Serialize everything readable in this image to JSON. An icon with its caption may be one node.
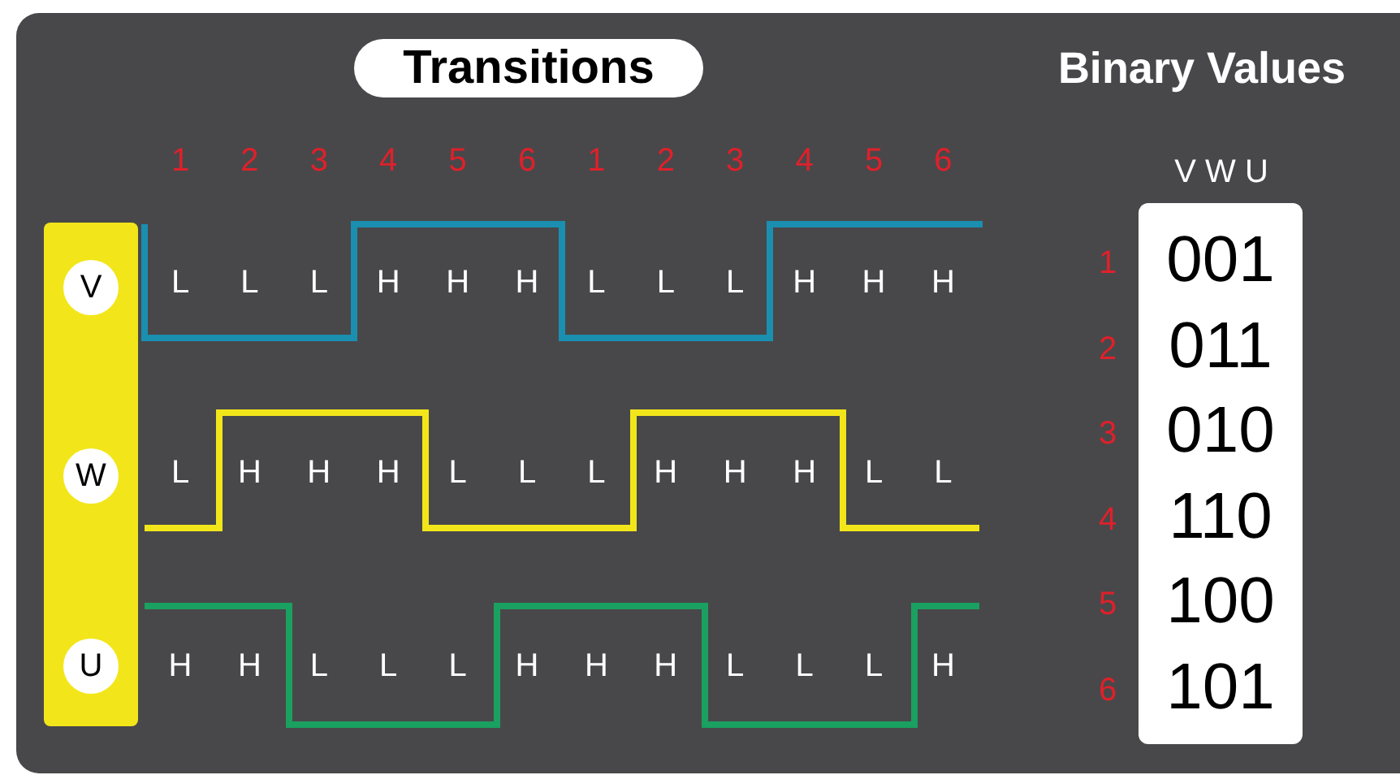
{
  "diagram": {
    "title": "Transitions",
    "nodes": [
      {
        "text": [],
        "shape": "bar"
      },
      {
        "text": [
          "V"
        ],
        "in": 0
      },
      {
        "text": [
          "W"
        ],
        "in": 0
      },
      {
        "text": [
          "U"
        ],
        "in": 0
      },
      {
        "text": [
          "001",
          "011",
          "010",
          "110",
          "100",
          "101"
        ]
      }
    ],
    "labels": [
      "Binary Values",
      "1",
      "2",
      "3",
      "4",
      "5",
      "6",
      "1",
      "2",
      "3",
      "4",
      "5",
      "6",
      "L",
      "L",
      "L",
      "H",
      "H",
      "H",
      "L",
      "L",
      "L",
      "H",
      "H",
      "H",
      "L",
      "H",
      "H",
      "H",
      "L",
      "L",
      "L",
      "H",
      "H",
      "H",
      "L",
      "L",
      "H",
      "H",
      "L",
      "L",
      "L",
      "H",
      "H",
      "H",
      "L",
      "L",
      "L",
      "H",
      "V W U",
      "1",
      "2",
      "3",
      "4",
      "5",
      "6"
    ]
  }
}
